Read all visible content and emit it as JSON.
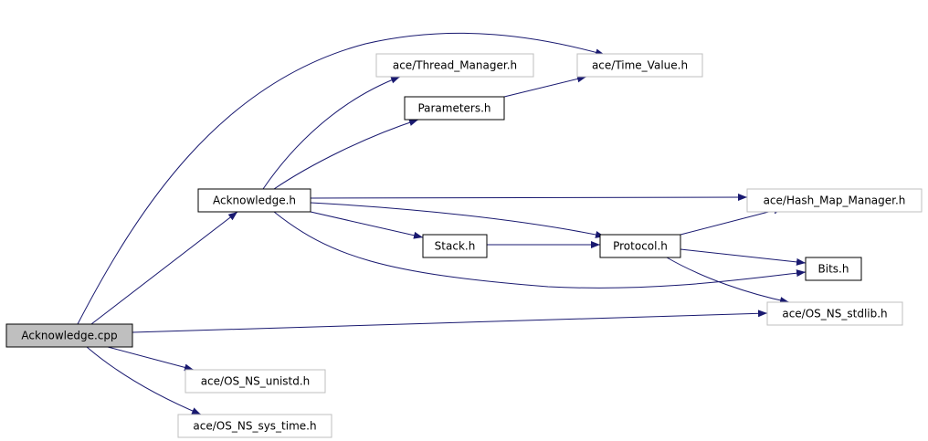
{
  "colors": {
    "edge": "#191970",
    "root_fill": "#bfbfbf",
    "root_border": "#000000",
    "solid_border": "#000000",
    "external_border": "#bfbfbf",
    "node_fill": "#ffffff",
    "text": "#000000"
  },
  "nodes": {
    "acknowledge_cpp": {
      "label": "Acknowledge.cpp",
      "style": "root"
    },
    "acknowledge_h": {
      "label": "Acknowledge.h",
      "style": "solid"
    },
    "thread_manager_h": {
      "label": "ace/Thread_Manager.h",
      "style": "external"
    },
    "time_value_h": {
      "label": "ace/Time_Value.h",
      "style": "external"
    },
    "parameters_h": {
      "label": "Parameters.h",
      "style": "solid"
    },
    "hash_map_manager_h": {
      "label": "ace/Hash_Map_Manager.h",
      "style": "external"
    },
    "stack_h": {
      "label": "Stack.h",
      "style": "solid"
    },
    "protocol_h": {
      "label": "Protocol.h",
      "style": "solid"
    },
    "bits_h": {
      "label": "Bits.h",
      "style": "solid"
    },
    "os_ns_stdlib_h": {
      "label": "ace/OS_NS_stdlib.h",
      "style": "external"
    },
    "os_ns_unistd_h": {
      "label": "ace/OS_NS_unistd.h",
      "style": "external"
    },
    "os_ns_sys_time_h": {
      "label": "ace/OS_NS_sys_time.h",
      "style": "external"
    }
  },
  "edges": [
    {
      "from": "acknowledge_cpp",
      "to": "time_value_h"
    },
    {
      "from": "acknowledge_cpp",
      "to": "acknowledge_h"
    },
    {
      "from": "acknowledge_cpp",
      "to": "os_ns_stdlib_h"
    },
    {
      "from": "acknowledge_cpp",
      "to": "os_ns_unistd_h"
    },
    {
      "from": "acknowledge_cpp",
      "to": "os_ns_sys_time_h"
    },
    {
      "from": "acknowledge_h",
      "to": "thread_manager_h"
    },
    {
      "from": "acknowledge_h",
      "to": "parameters_h"
    },
    {
      "from": "acknowledge_h",
      "to": "hash_map_manager_h"
    },
    {
      "from": "acknowledge_h",
      "to": "protocol_h"
    },
    {
      "from": "acknowledge_h",
      "to": "stack_h"
    },
    {
      "from": "acknowledge_h",
      "to": "bits_h"
    },
    {
      "from": "parameters_h",
      "to": "time_value_h"
    },
    {
      "from": "stack_h",
      "to": "protocol_h"
    },
    {
      "from": "protocol_h",
      "to": "hash_map_manager_h"
    },
    {
      "from": "protocol_h",
      "to": "bits_h"
    },
    {
      "from": "protocol_h",
      "to": "os_ns_stdlib_h"
    }
  ]
}
